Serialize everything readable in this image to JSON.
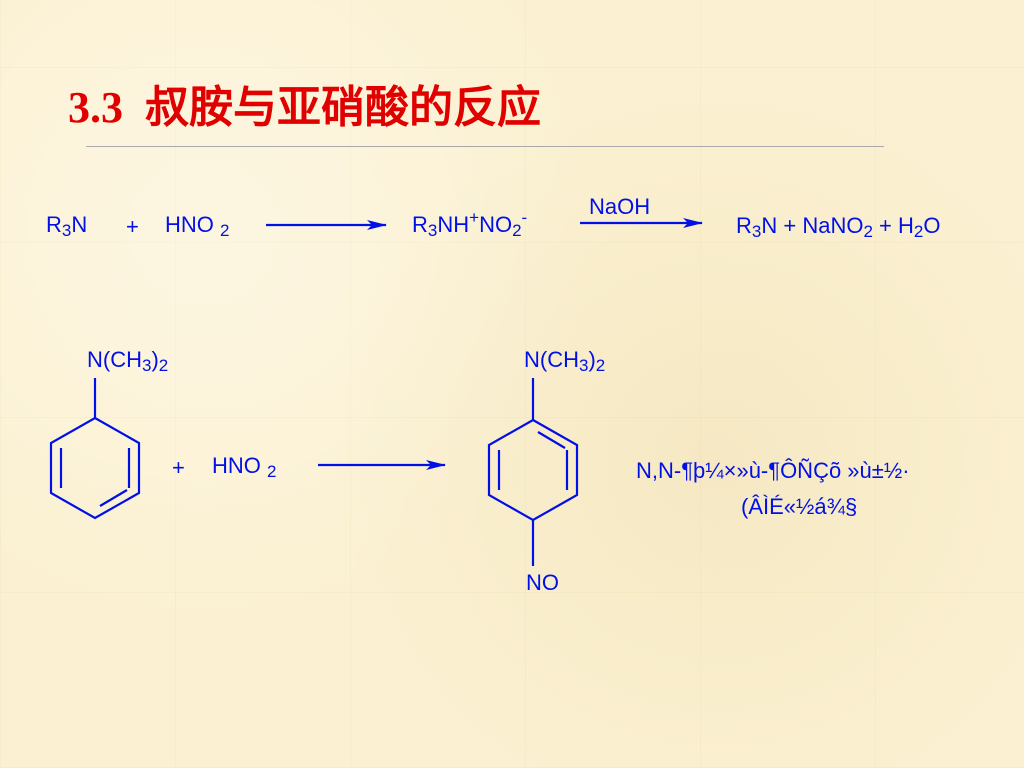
{
  "slide": {
    "title_number": "3.3",
    "title_text": "叔胺与亚硝酸的反应"
  },
  "reaction1": {
    "reactant1": {
      "base": "R",
      "sub": "3",
      "tail": "N"
    },
    "plus": "+",
    "reactant2": {
      "base": "HNO",
      "sub": "2"
    },
    "intermediate": {
      "p1": "R",
      "s1": "3",
      "p2": "NH",
      "sup1": "+",
      "p3": "NO",
      "s2": "2",
      "sup2": "-"
    },
    "reagent": "NaOH",
    "products": {
      "a": "R",
      "a_sub": "3",
      "b": "N + NaNO",
      "b_sub": "2",
      "c": " + H",
      "c_sub": "2",
      "d": "O"
    }
  },
  "reaction2": {
    "substituent_top_left": {
      "p1": "N(CH",
      "s1": "3",
      "p2": ")",
      "s2": "2"
    },
    "plus": "+",
    "reagent": {
      "base": "HNO",
      "sub": "2"
    },
    "substituent_top_right": {
      "p1": "N(CH",
      "s1": "3",
      "p2": ")",
      "s2": "2"
    },
    "substituent_bottom_right": "NO",
    "product_name_line1": "N,N-¶þ¼×»ù-¶ÔÑÇõ »ù±½·",
    "product_name_line2": "(ÂÌÉ«½á¾§"
  },
  "colors": {
    "title": "#e00000",
    "chemistry": "#0010e6",
    "rule": "#a9a9a9",
    "background": "#fbf1d2"
  }
}
